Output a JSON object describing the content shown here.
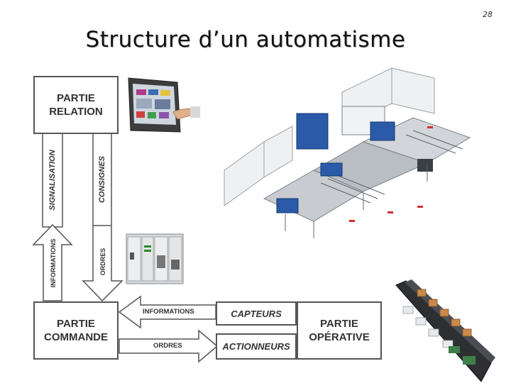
{
  "page_number": "28",
  "title": "Structure d’un automatisme",
  "boxes": {
    "relation": "PARTIE\nRELATION",
    "commande": "PARTIE\nCOMMANDE",
    "operative": "PARTIE\nOPÉRATIVE",
    "capteurs": "CAPTEURS",
    "actionneurs": "ACTIONNEURS"
  },
  "arrows": {
    "signalisation": "SIGNALISATION",
    "consignes": "CONSIGNES",
    "informations_vertical": "INFORMATIONS",
    "ordres_vertical": "ORDRES",
    "informations_horizontal": "INFORMATIONS",
    "ordres_horizontal": "ORDRES"
  },
  "colors": {
    "box_border": "#555555",
    "arrow_fill": "#ffffff",
    "machine_blue": "#2a5aa8",
    "text": "#333333"
  },
  "icons": {
    "touchscreen": "touchscreen-panel-icon",
    "plc": "plc-module-icon",
    "machine": "production-line-illustration",
    "conveyor": "conveyor-illustration"
  }
}
